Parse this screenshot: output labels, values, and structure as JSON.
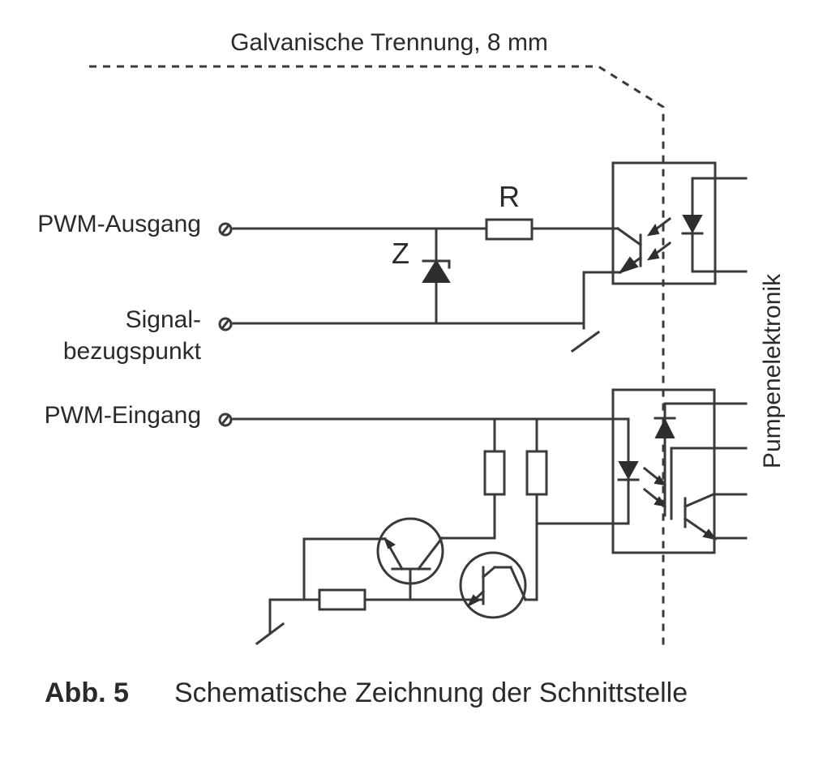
{
  "isolation_label": "Galvanische Trennung, 8 mm",
  "labels": {
    "pwm_out": "PWM-Ausgang",
    "signal_ref_1": "Signal-",
    "signal_ref_2": "bezugspunkt",
    "pwm_in": "PWM-Eingang",
    "resistor": "R",
    "zener": "Z",
    "pump": "Pumpenelektronik"
  },
  "caption": {
    "number": "Abb. 5",
    "text": "Schematische Zeichnung der Schnittstelle"
  }
}
